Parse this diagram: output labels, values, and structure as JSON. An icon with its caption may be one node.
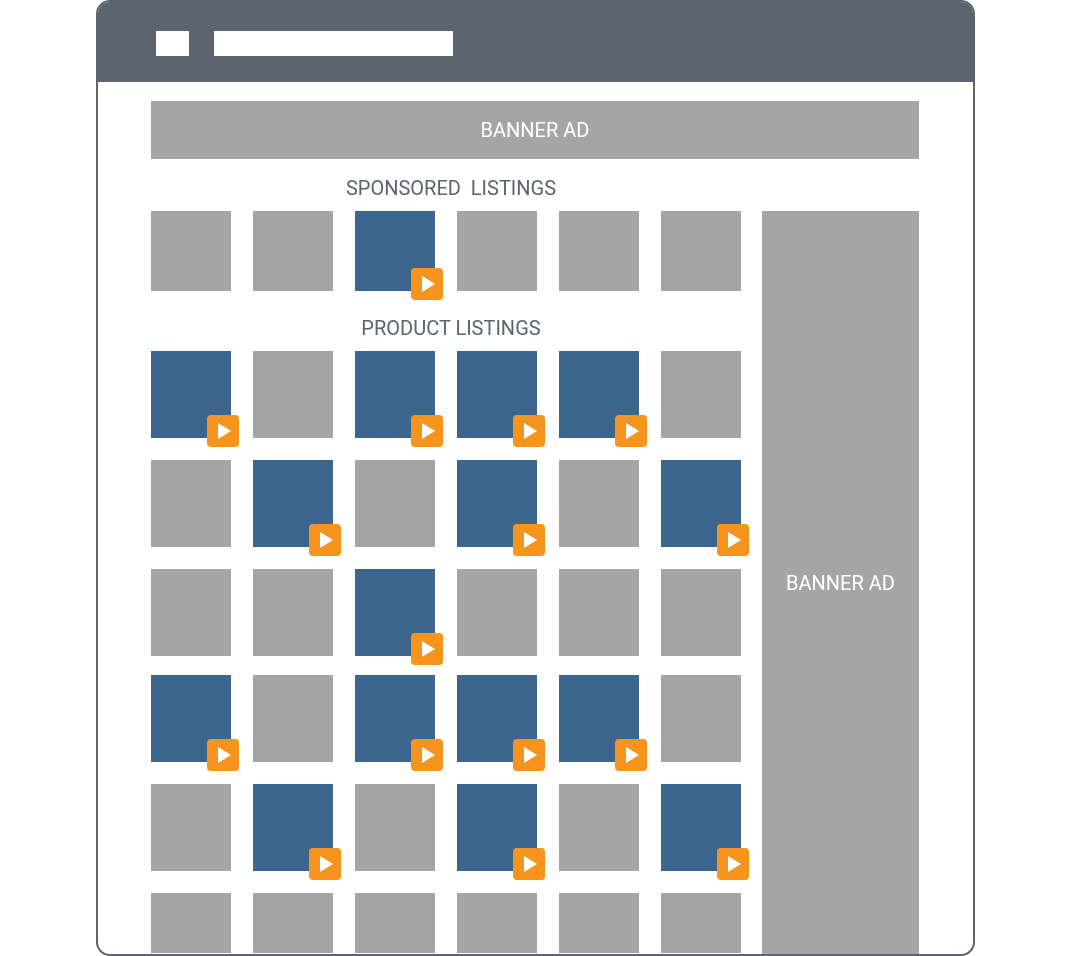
{
  "diagram": {
    "nodes": [
      {
        "text": [],
        "shape": "box"
      },
      {
        "text": [
          "BANNER AD"
        ],
        "in": 0
      },
      {
        "text": [],
        "shape": "box",
        "in": 0
      },
      {
        "text": [],
        "shape": "box",
        "in": 0
      },
      {
        "text": [],
        "shape": "box",
        "in": 0
      },
      {
        "text": [],
        "shape": "box",
        "in": 0
      },
      {
        "text": [],
        "shape": "box",
        "in": 0
      },
      {
        "text": [],
        "shape": "box",
        "in": 0
      },
      {
        "text": [
          "BANNER AD"
        ],
        "in": 0
      },
      {
        "text": [],
        "shape": "box",
        "in": 0
      },
      {
        "text": [],
        "shape": "box",
        "in": 0
      },
      {
        "text": [],
        "shape": "box",
        "in": 0
      },
      {
        "text": [],
        "shape": "box",
        "in": 0
      },
      {
        "text": [],
        "shape": "box",
        "in": 0
      },
      {
        "text": [],
        "shape": "box",
        "in": 0
      },
      {
        "text": [],
        "shape": "box",
        "in": 0
      },
      {
        "text": [],
        "shape": "box",
        "in": 0
      },
      {
        "text": [],
        "shape": "box",
        "in": 0
      },
      {
        "text": [],
        "shape": "box",
        "in": 0
      },
      {
        "text": [],
        "shape": "box",
        "in": 0
      },
      {
        "text": [],
        "shape": "box",
        "in": 0
      },
      {
        "text": [],
        "shape": "box",
        "in": 0
      },
      {
        "text": [],
        "shape": "box",
        "in": 0
      },
      {
        "text": [],
        "shape": "box",
        "in": 0
      },
      {
        "text": [],
        "shape": "box",
        "in": 0
      },
      {
        "text": [],
        "shape": "box",
        "in": 0
      },
      {
        "text": [],
        "shape": "box",
        "in": 0
      },
      {
        "text": [],
        "shape": "box",
        "in": 0
      },
      {
        "text": [],
        "shape": "box",
        "in": 0
      },
      {
        "text": [],
        "shape": "box",
        "in": 0
      },
      {
        "text": [],
        "shape": "box",
        "in": 0
      },
      {
        "text": [],
        "shape": "box",
        "in": 0
      },
      {
        "text": [],
        "shape": "box",
        "in": 0
      },
      {
        "text": [],
        "shape": "box",
        "in": 0
      },
      {
        "text": [],
        "shape": "box",
        "in": 0
      },
      {
        "text": [],
        "shape": "box",
        "in": 0
      },
      {
        "text": [],
        "shape": "box",
        "in": 0
      },
      {
        "text": [],
        "shape": "box",
        "in": 0
      },
      {
        "text": [],
        "shape": "box",
        "in": 0
      },
      {
        "text": [],
        "shape": "box",
        "in": 0
      },
      {
        "text": [],
        "shape": "box",
        "in": 0
      },
      {
        "text": [],
        "shape": "box",
        "in": 0
      },
      {
        "text": [],
        "shape": "box",
        "in": 0
      },
      {
        "text": [],
        "shape": "box",
        "in": 0
      },
      {
        "text": [],
        "shape": "box",
        "in": 0
      }
    ],
    "labels": [
      "SPONSORED  LISTINGS",
      "PRODUCT LISTINGS"
    ]
  }
}
